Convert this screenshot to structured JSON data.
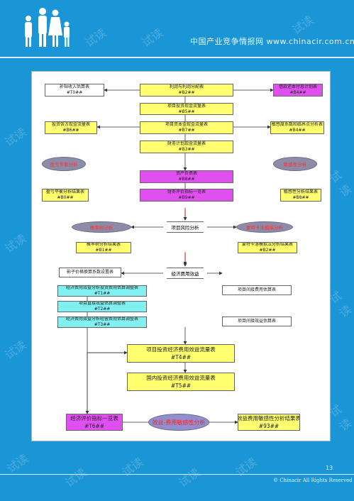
{
  "header": {
    "site_title": "中国产业竞争情报网 www.chinacir.com.cn"
  },
  "watermark_text": "试读",
  "flowchart": {
    "nodes": {
      "n1": [
        "补贴收入估算表",
        "#T0##"
      ],
      "n2": [
        "利润与利润分配表",
        "#B2##"
      ],
      "n3": [
        "借款还本付息计划表",
        "#B4##"
      ],
      "n4": [
        "项目投资现金流量表",
        "#B5##"
      ],
      "n5": [
        "投资各方现金流量表",
        "#B6##"
      ],
      "n6": [
        "项目资本金现金流量表",
        "#B7##"
      ],
      "n7": [
        "敏感度系数和临界点分析表",
        "#B4##"
      ],
      "n8": [
        "财务计划现金流量表",
        "#B3##"
      ],
      "n9": [
        "资产负债表",
        "#B8##"
      ],
      "n10": [
        "财务评价指标一览表",
        "#B9##"
      ],
      "n11": [
        "盈亏平衡分析结果表",
        "#B0##"
      ],
      "n12": [
        "敏感性分析结果表",
        "#B8##"
      ],
      "n13": [
        "概率树分析结果表",
        "#B1##"
      ],
      "n14": [
        "蒙特卡洛模拟法分析结果表",
        "#B2##"
      ],
      "n15": [
        "影子价格换算系数设置表",
        ""
      ],
      "n16": [
        "经济费用效益分析投资费用估算调整表",
        "#T1##"
      ],
      "n17": [
        "项目直接效益估算调整表",
        "#T2##"
      ],
      "n18": [
        "经济费用效益分析经营费用估算调整表",
        "#T3##"
      ],
      "n19": [
        "项目间接费用估算表",
        ""
      ],
      "n20": [
        "项目间接效益估算表",
        ""
      ],
      "n21": [
        "项目投资经济费用效益流量表",
        "#T4##"
      ],
      "n22": [
        "国内投资经济费用效益流量表",
        "#T5##"
      ],
      "n23": [
        "经济评价指标一览表",
        "#T6##"
      ],
      "n24": [
        "效益费用敏感性分析结果表",
        "#93##"
      ]
    },
    "ellipses": {
      "e1": "盈亏平衡分析",
      "e2": "敏感性分析",
      "e3": "概率树分析",
      "e4": "蒙特卡洛模拟分析",
      "e5": "效益-费用敏感性分析"
    },
    "hexes": {
      "h1": "项目风险分析",
      "h2": "经济费用效益"
    }
  },
  "footer": {
    "page_number": "13",
    "copyright": "© Chinacir All Rights Reserved"
  }
}
